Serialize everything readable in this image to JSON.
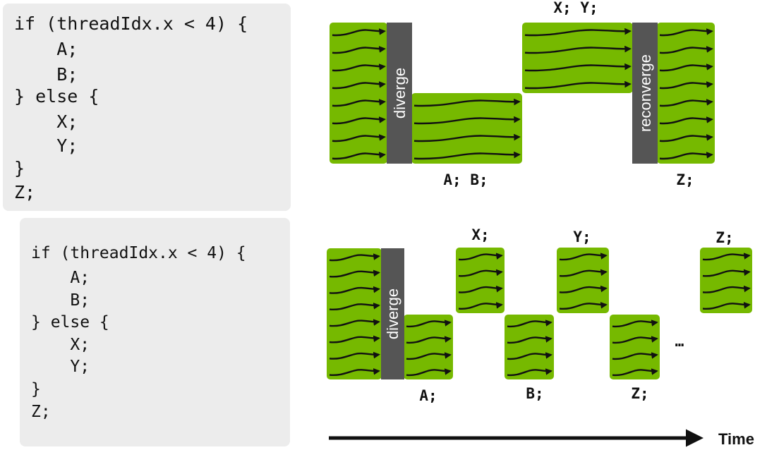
{
  "code_top": [
    "if (threadIdx.x < 4) {",
    "    A;",
    "    B;",
    "} else {",
    "    X;",
    "    Y;",
    "}",
    "Z;"
  ],
  "code_bottom": [
    "if (threadIdx.x < 4) {",
    "    A;",
    "    B;",
    "} else {",
    "    X;",
    "    Y;",
    "}",
    "Z;"
  ],
  "top_diagram": {
    "diverge_label": "diverge",
    "reconverge_label": "reconverge",
    "label_xy": "X;  Y;",
    "label_ab": "A;  B;",
    "label_z": "Z;"
  },
  "bottom_diagram": {
    "diverge_label": "diverge",
    "label_x": "X;",
    "label_y": "Y;",
    "label_z_upper": "Z;",
    "label_a": "A;",
    "label_b": "B;",
    "label_z_lower": "Z;",
    "ellipsis": "…"
  },
  "time_label": "Time",
  "colors": {
    "green": "#76b900",
    "bar": "#555555",
    "panel": "#ececec"
  }
}
